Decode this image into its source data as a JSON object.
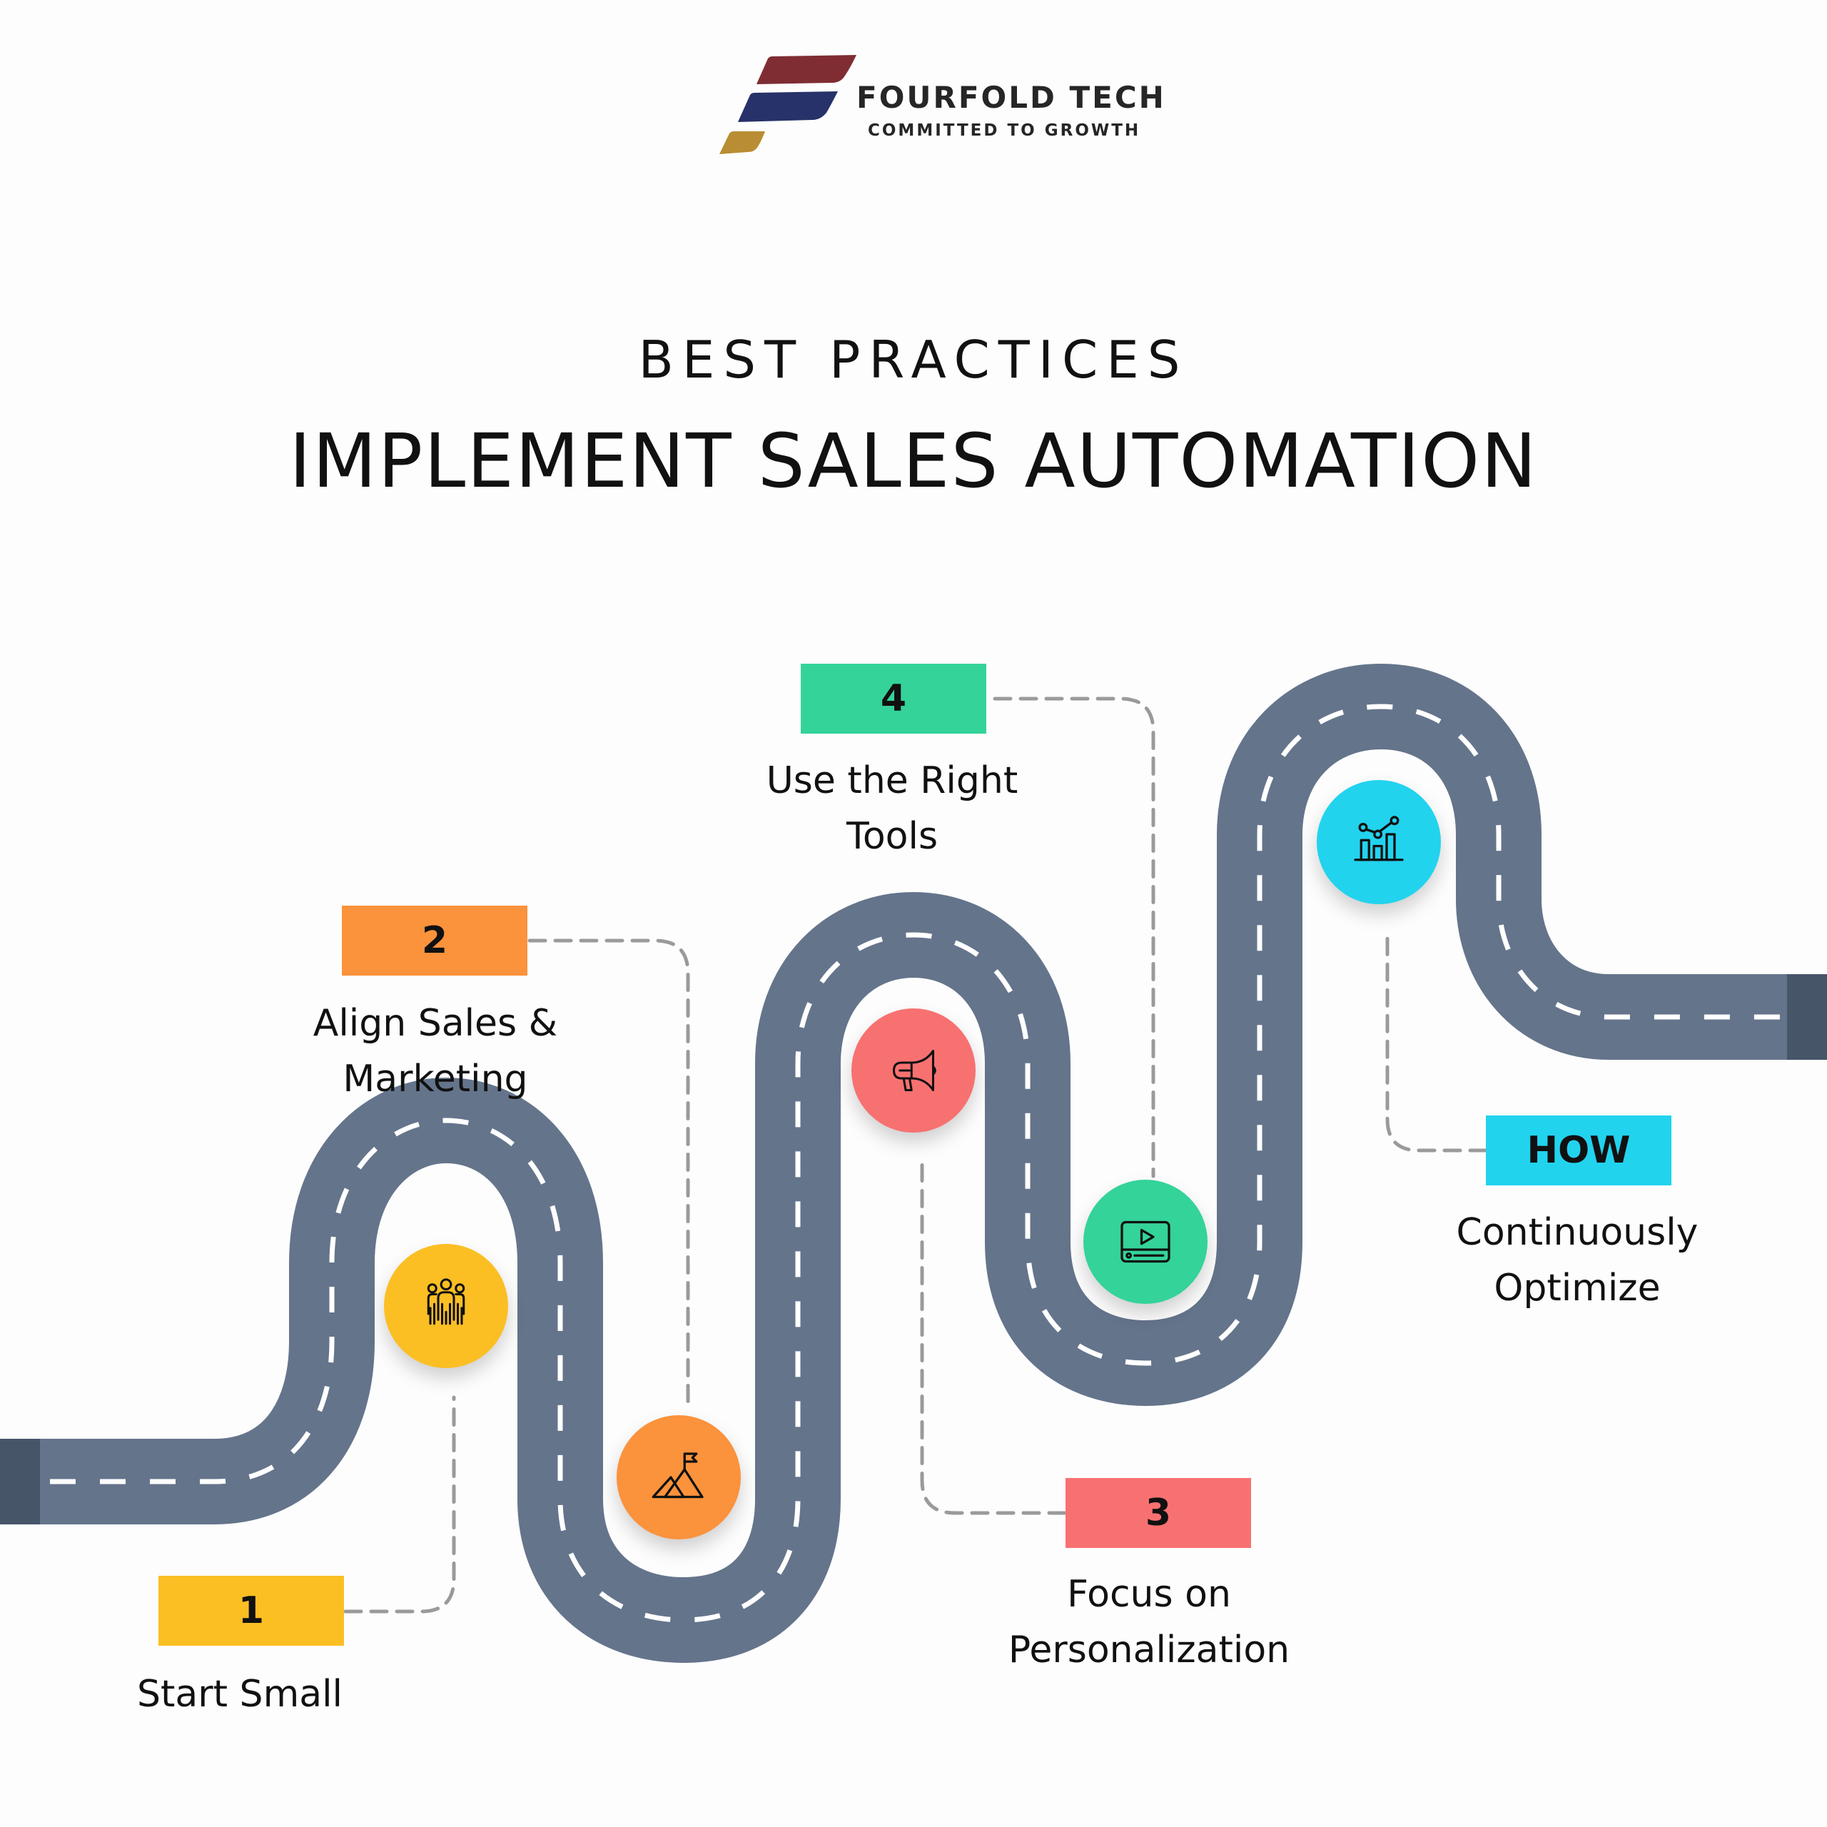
{
  "brand": {
    "name": "FOURFOLD TECH",
    "tagline": "COMMITTED TO GROWTH",
    "colors": [
      "#7f2d33",
      "#263269",
      "#b88d33"
    ]
  },
  "header": {
    "subtitle": "BEST PRACTICES",
    "title": "IMPLEMENT SALES AUTOMATION"
  },
  "road": {
    "color": "#64748b",
    "end_cap_color": "#475569",
    "center_line_color": "#ffffff",
    "connector_color": "#9a9a9a"
  },
  "steps": [
    {
      "badge": "1",
      "label_lines": [
        "Start Small"
      ],
      "icon": "team-icon",
      "color": "#fbbf24"
    },
    {
      "badge": "2",
      "label_lines": [
        "Align Sales &",
        "Marketing"
      ],
      "icon": "mountain-flag-icon",
      "color": "#fb923c"
    },
    {
      "badge": "3",
      "label_lines": [
        "Focus on",
        "Personalization"
      ],
      "icon": "megaphone-icon",
      "color": "#f87171"
    },
    {
      "badge": "4",
      "label_lines": [
        "Use the Right",
        "Tools"
      ],
      "icon": "video-player-icon",
      "color": "#34d399"
    },
    {
      "badge": "HOW",
      "label_lines": [
        "Continuously",
        "Optimize"
      ],
      "icon": "analytics-chart-icon",
      "color": "#22d3ee"
    }
  ]
}
